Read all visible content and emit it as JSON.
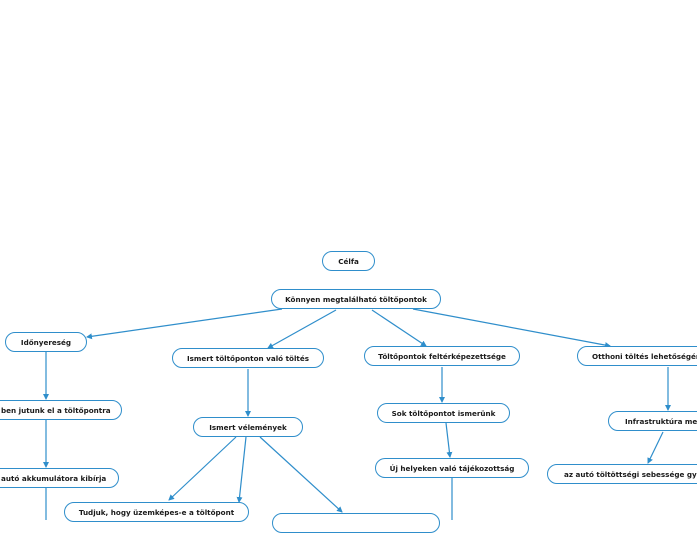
{
  "nodes": {
    "root": "Célfa",
    "goal": "Könnyen megtalálható töltőpontok",
    "time": "Időnyereség",
    "known": "Ismert töltőponton való töltés",
    "map": "Töltőpontok feltérképezettsége",
    "home": "Otthoni töltés lehetőségén",
    "time_1": "ben jutunk el a töltőpontra",
    "time_2": "autó akkumulátora kibírja",
    "known_1": "Ismert vélemények",
    "known_2": "Tudjuk, hogy üzemképes-e a töltőpont",
    "known_3": "",
    "map_1": "Sok töltőpontot ismerünk",
    "map_2": "Új helyeken való tájékozottság",
    "home_1": "Infrastruktúra meg",
    "home_2": "az autó töltöttségi sebessége gyor"
  },
  "colors": {
    "border": "#2f8ecb",
    "edge": "#2f8ecb",
    "text": "#1a1a1a"
  }
}
